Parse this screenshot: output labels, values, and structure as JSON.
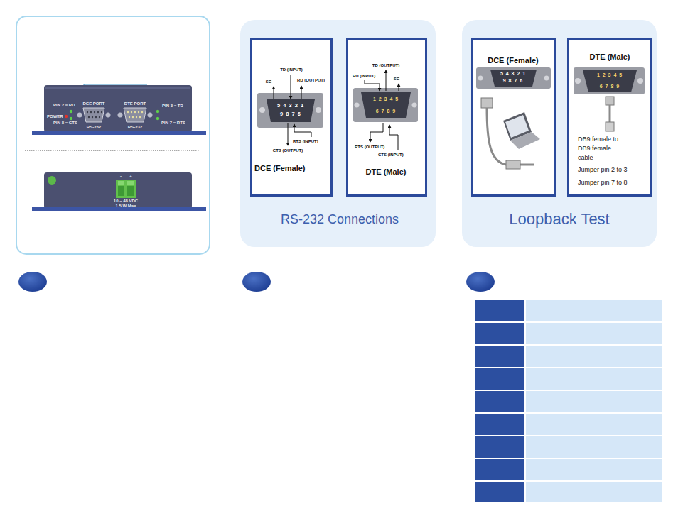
{
  "diagram": {
    "nodes": [
      {
        "text": [
          "RS-232 Connections"
        ]
      },
      {
        "text": [
          "TD (INPUT)",
          "SG",
          "RD (OUTPUT)",
          "5 4 3 2 1",
          "9 8 7 6",
          "RTS (INPUT)",
          "CTS (OUTPUT)",
          "DCE (Female)"
        ],
        "in": 0
      },
      {
        "text": [
          "TD (OUTPUT)",
          "RD (INPUT)",
          "SG",
          "1 2 3 4 5",
          "6 7 8 9",
          "RTS (OUTPUT)",
          "CTS (INPUT)",
          "DTE (Male)"
        ],
        "in": 0
      },
      {
        "text": [
          "Loopback Test"
        ]
      },
      {
        "text": [
          "DCE (Female)",
          "5 4 3 2 1",
          "9 8 7 6"
        ],
        "in": 3
      },
      {
        "text": [
          "DTE (Male)",
          "1 2 3 4 5",
          "6 7 8 9",
          "DB9 female to DB9 female cable",
          "Jumper pin 2 to 3",
          "Jumper pin 7 to 8"
        ],
        "in": 3
      }
    ],
    "labels": [
      "PIN 2 = RD",
      "POWER",
      "PIN 8 = CTS",
      "DCE PORT",
      "RS-232",
      "DTE PORT",
      "RS-232",
      "PIN 3 = TD",
      "PIN 7 = RTS",
      "-",
      "+",
      "10 – 48 VDC",
      "1.5 W Max"
    ]
  }
}
